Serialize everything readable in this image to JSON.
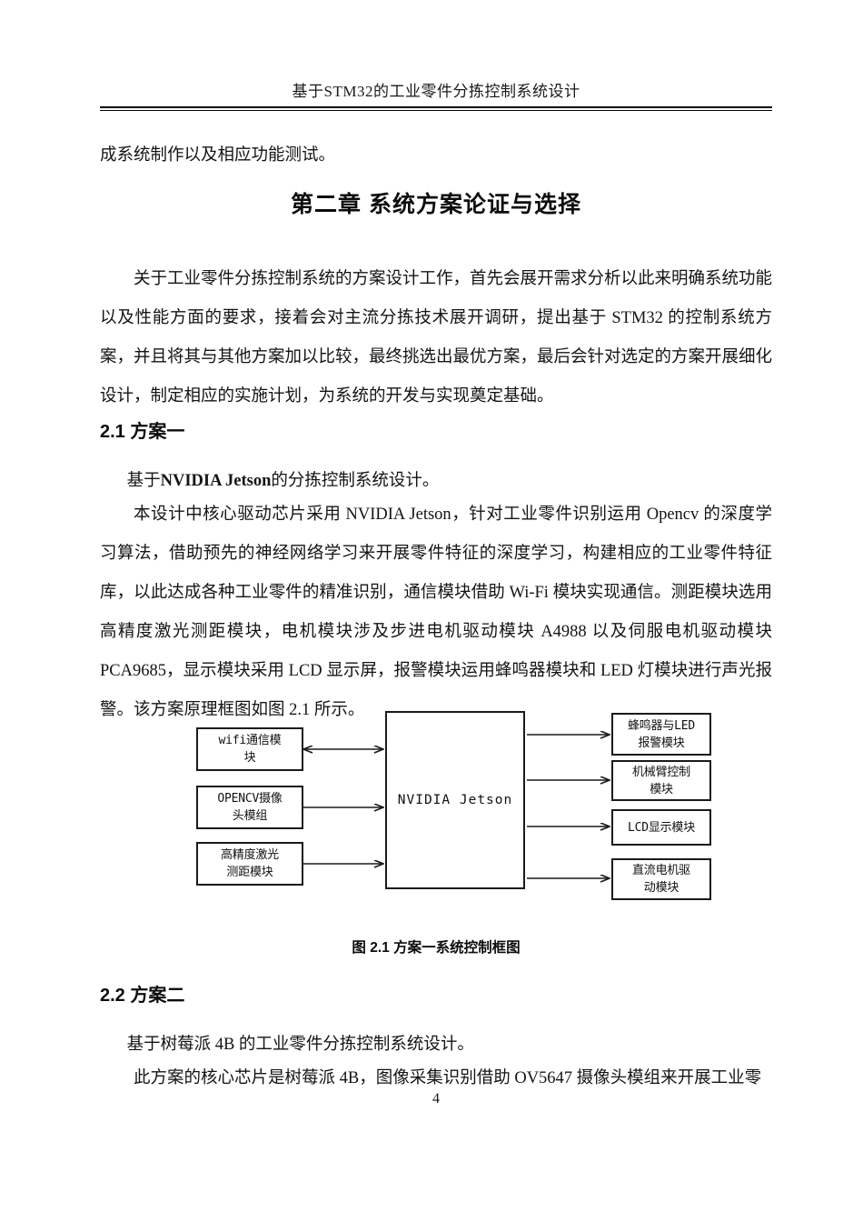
{
  "page": {
    "header_title": "基于STM32的工业零件分拣控制系统设计",
    "page_number": "4"
  },
  "body": {
    "continued_line": "成系统制作以及相应功能测试。",
    "chapter_title": "第二章  系统方案论证与选择",
    "intro_paragraph": "关于工业零件分拣控制系统的方案设计工作，首先会展开需求分析以此来明确系统功能以及性能方面的要求，接着会对主流分拣技术展开调研，提出基于 STM32 的控制系统方案，并且将其与其他方案加以比较，最终挑选出最优方案，最后会针对选定的方案开展细化设计，制定相应的实施计划，为系统的开发与实现奠定基础。",
    "section_2_1": {
      "heading": "2.1 方案一",
      "lead_prefix": "基于",
      "lead_bold": "NVIDIA Jetson",
      "lead_suffix": "的分拣控制系统设计。",
      "paragraph": "本设计中核心驱动芯片采用 NVIDIA Jetson，针对工业零件识别运用 Opencv 的深度学习算法，借助预先的神经网络学习来开展零件特征的深度学习，构建相应的工业零件特征库，以此达成各种工业零件的精准识别，通信模块借助 Wi-Fi 模块实现通信。测距模块选用高精度激光测距模块，电机模块涉及步进电机驱动模块 A4988 以及伺服电机驱动模块 PCA9685，显示模块采用 LCD 显示屏，报警模块运用蜂鸣器模块和 LED 灯模块进行声光报警。该方案原理框图如图 2.1 所示。",
      "figure_caption": "图  2.1 方案一系统控制框图"
    },
    "section_2_2": {
      "heading": "2.2 方案二",
      "lead": "基于树莓派 4B 的工业零件分拣控制系统设计。",
      "paragraph": "此方案的核心芯片是树莓派 4B，图像采集识别借助 OV5647 摄像头模组来开展工业零"
    }
  },
  "figure_2_1": {
    "type": "block-diagram",
    "title": "图  2.1 方案一系统控制框图",
    "center_node": "NVIDIA Jetson",
    "inputs": [
      {
        "label_line1": "wifi通信模",
        "label_line2": "块",
        "arrow": "bidirectional"
      },
      {
        "label_line1": "OPENCV摄像",
        "label_line2": "头模组",
        "arrow": "to-center"
      },
      {
        "label_line1": "高精度激光",
        "label_line2": "测距模块",
        "arrow": "to-center"
      }
    ],
    "outputs": [
      {
        "label_line1": "蜂鸣器与LED",
        "label_line2": "报警模块",
        "arrow": "from-center"
      },
      {
        "label_line1": "机械臂控制",
        "label_line2": "模块",
        "arrow": "from-center"
      },
      {
        "label_line1": "LCD显示模块",
        "label_line2": "",
        "arrow": "from-center"
      },
      {
        "label_line1": "直流电机驱",
        "label_line2": "动模块",
        "arrow": "from-center"
      }
    ],
    "line_color": "#1a1a1a"
  }
}
